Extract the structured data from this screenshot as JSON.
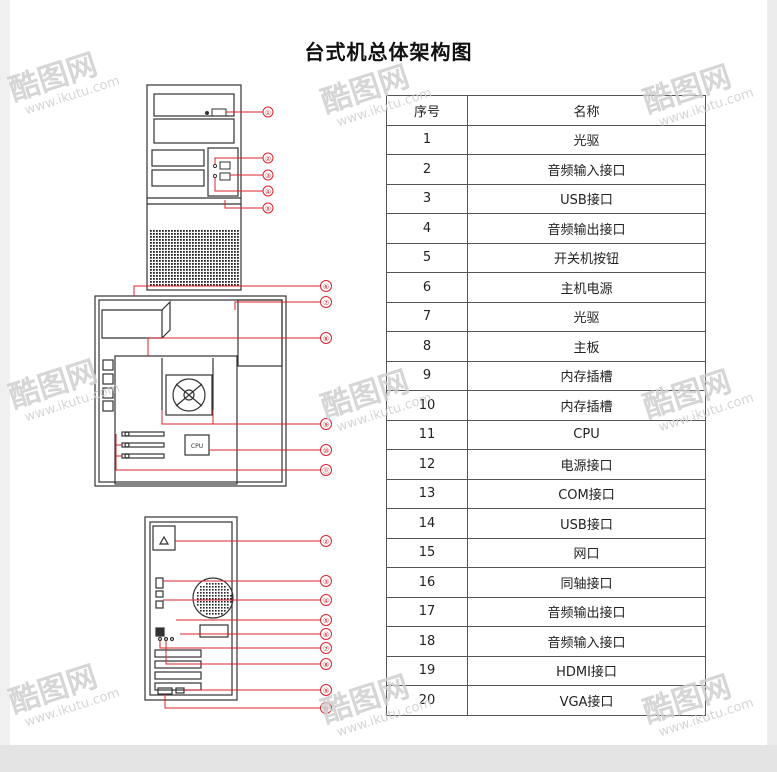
{
  "title": "台式机总体架构图",
  "table": {
    "headers": [
      "序号",
      "名称"
    ],
    "rows": [
      {
        "no": "1",
        "name": "光驱"
      },
      {
        "no": "2",
        "name": "音频输入接口"
      },
      {
        "no": "3",
        "name": "USB接口"
      },
      {
        "no": "4",
        "name": "音频输出接口"
      },
      {
        "no": "5",
        "name": "开关机按钮"
      },
      {
        "no": "6",
        "name": "主机电源"
      },
      {
        "no": "7",
        "name": "光驱"
      },
      {
        "no": "8",
        "name": "主板"
      },
      {
        "no": "9",
        "name": "内存插槽"
      },
      {
        "no": "10",
        "name": "内存插槽"
      },
      {
        "no": "11",
        "name": "CPU"
      },
      {
        "no": "12",
        "name": "电源接口"
      },
      {
        "no": "13",
        "name": "COM接口"
      },
      {
        "no": "14",
        "name": "USB接口"
      },
      {
        "no": "15",
        "name": "网口"
      },
      {
        "no": "16",
        "name": "同轴接口"
      },
      {
        "no": "17",
        "name": "音频输出接口"
      },
      {
        "no": "18",
        "name": "音频输入接口"
      },
      {
        "no": "19",
        "name": "HDMI接口"
      },
      {
        "no": "20",
        "name": "VGA接口"
      }
    ]
  },
  "diagram": {
    "cpu_label": "CPU",
    "front_markers": [
      "①",
      "②",
      "③",
      "④",
      "⑤"
    ],
    "side_markers": [
      "⑥",
      "⑦",
      "⑧",
      "⑨",
      "⑩",
      "⑪"
    ],
    "back_markers": [
      "②",
      "③",
      "④",
      "⑤",
      "⑥",
      "⑦",
      "⑧",
      "⑨",
      "⑩"
    ]
  },
  "watermark": {
    "brand": "酷图网",
    "url": "www.ikutu.com"
  },
  "colors": {
    "accent_red": "#d9232e",
    "line": "#333333",
    "watermark": "#cfcfcf"
  }
}
